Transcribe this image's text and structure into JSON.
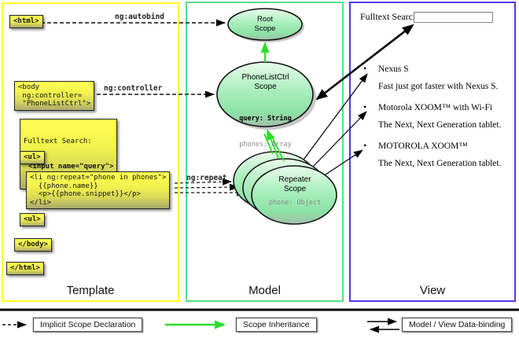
{
  "columns": {
    "template": {
      "label": "Template"
    },
    "model": {
      "label": "Model"
    },
    "view": {
      "label": "View"
    }
  },
  "annotations": {
    "autobind": "ng:autobind",
    "controller": "ng:controller",
    "repeat": "ng:repeat"
  },
  "template": {
    "html_open": "<html>",
    "body_open": "<body\n ng:controller=\n \"PhoneListCtrl\">",
    "fulltext_line1": "Fulltext Search:",
    "fulltext_line2": "<input name=\"query\">",
    "ul_open": "<ul>",
    "li_block": "<li ng:repeat=\"phone in phones\">\n  {{phone.name}}\n  <p>{{phone.snippet}}</p>\n</li>",
    "ul_close": "<ul>",
    "body_close": "</body>",
    "html_close": "</html>"
  },
  "model": {
    "root_scope": {
      "title": "Root\nScope"
    },
    "phonelist_scope": {
      "title": "PhoneListCtrl\nScope",
      "prop1": "query: String",
      "prop2": "phones: Array"
    },
    "repeater_scope": {
      "title": "Repeater\nScope",
      "prop1": "phone: Object"
    }
  },
  "view": {
    "search_label": "Fulltext Search:",
    "search_value": "",
    "items": [
      {
        "name": "Nexus S",
        "snippet": "Fast just got faster with Nexus S."
      },
      {
        "name": "Motorola XOOM™  with Wi-Fi",
        "snippet": "The Next, Next Generation tablet."
      },
      {
        "name": "MOTOROLA XOOM™",
        "snippet": "The Next, Next Generation tablet."
      }
    ]
  },
  "legend": {
    "implicit": "Implicit Scope Declaration",
    "inheritance": "Scope Inheritance",
    "databinding": "Model / View Data-binding"
  },
  "colors": {
    "template_border": "#ffff2a",
    "model_border": "#55e08a",
    "view_border": "#5936e3",
    "scope_green_top": "#e7fbe9",
    "scope_green_mid": "#8ce2a6",
    "code_box_yellow": "#ffff52",
    "inheritance_arrow_green": "#2cdc2c"
  }
}
